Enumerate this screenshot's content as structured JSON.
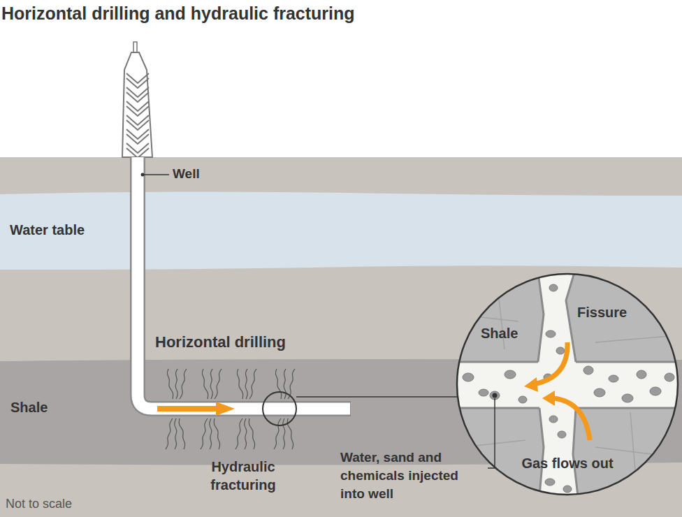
{
  "diagram": {
    "title": "Horizontal drilling and hydraulic fracturing",
    "nodes": [
      {
        "text": [
          "Water table"
        ]
      },
      {
        "text": [
          "Shale"
        ]
      },
      {
        "text": [
          "Shale",
          "Fissure",
          "Gas flows out"
        ]
      }
    ],
    "labels": [
      "Well",
      "Horizontal drilling",
      "Hydraulic fracturing",
      "Water, sand and chemicals injected into well",
      "Not to scale"
    ]
  }
}
